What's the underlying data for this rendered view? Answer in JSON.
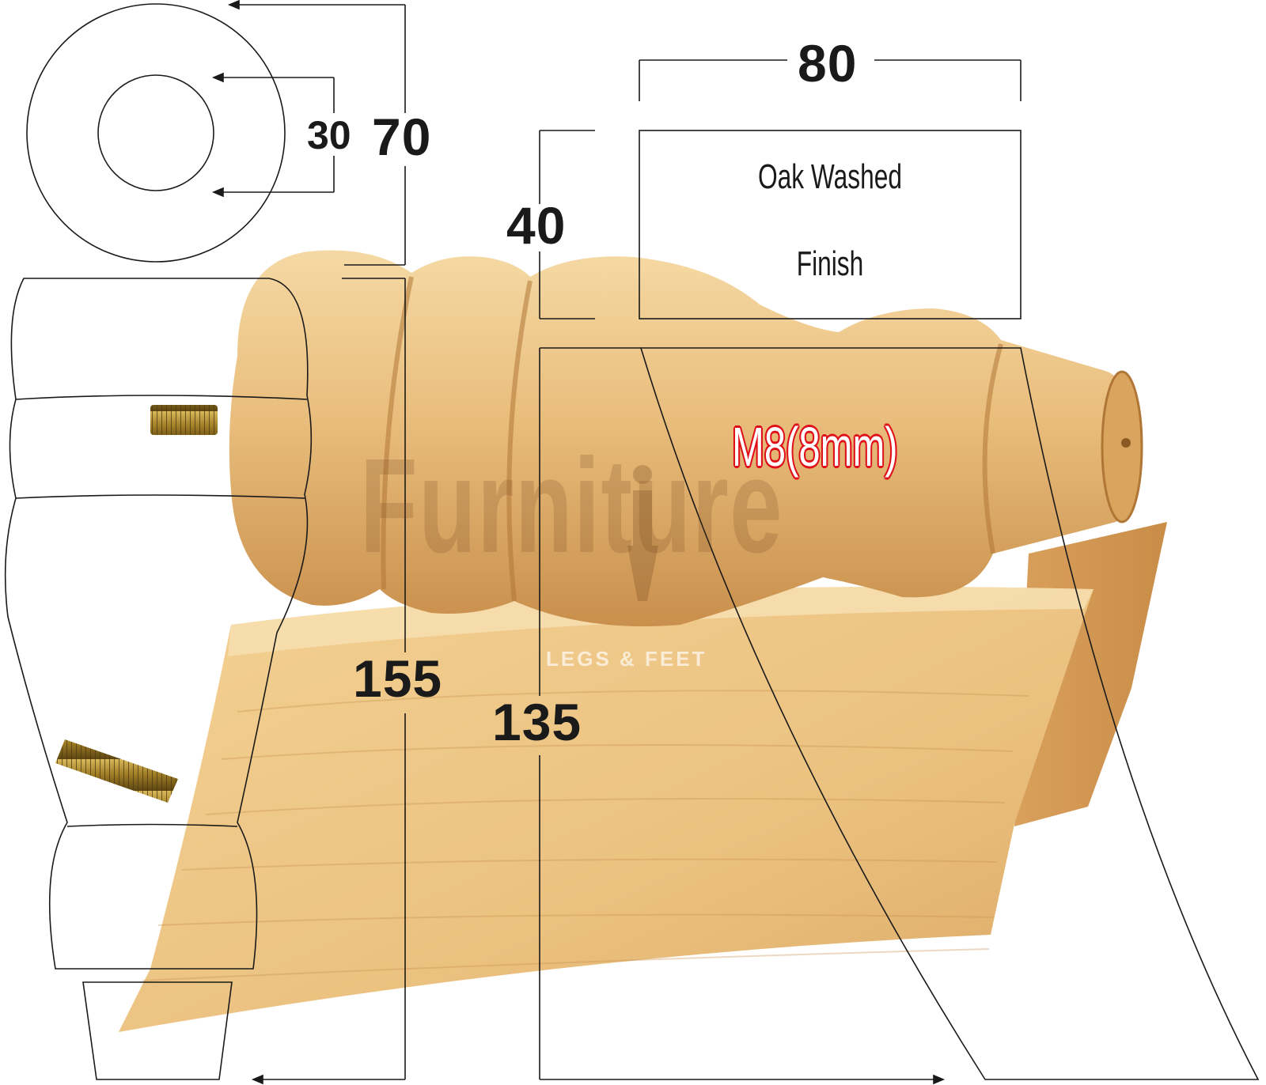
{
  "dimensions": {
    "outer_diameter": "70",
    "inner_diameter": "30",
    "width": "80",
    "top_height": "40",
    "total_height": "155",
    "base_height": "135"
  },
  "finish_box": {
    "line1": "Oak Washed",
    "line2": "Finish"
  },
  "thread_label": "M8(8mm)",
  "watermark": {
    "main": "Furniture",
    "sub": "LEGS & FEET"
  },
  "colors": {
    "wood_light": "#f2cf92",
    "wood_mid": "#e3b06a",
    "wood_dark": "#b97a3a",
    "thread_red": "#e0101a",
    "screw": "#a8842c"
  }
}
